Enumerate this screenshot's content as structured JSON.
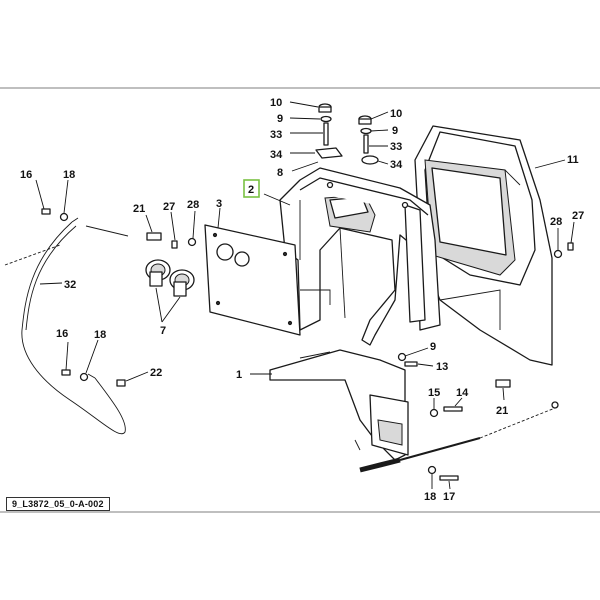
{
  "reference_code": "9_L3872_05_0-A-002",
  "highlight_color": "#7ac143",
  "callouts": {
    "c10a": "10",
    "c9a": "9",
    "c33a": "33",
    "c34a": "34",
    "c8": "8",
    "c10b": "10",
    "c9b": "9",
    "c33b": "33",
    "c34b": "34",
    "c11": "11",
    "c2": "2",
    "c3": "3",
    "c28a": "28",
    "c27a": "27",
    "c21a": "21",
    "c16a": "16",
    "c18a": "18",
    "c32": "32",
    "c7": "7",
    "c16b": "16",
    "c18b": "18",
    "c22": "22",
    "c28b": "28",
    "c27b": "27",
    "c1": "1",
    "c9c": "9",
    "c13": "13",
    "c15": "15",
    "c14": "14",
    "c21b": "21",
    "c18c": "18",
    "c17": "17"
  }
}
